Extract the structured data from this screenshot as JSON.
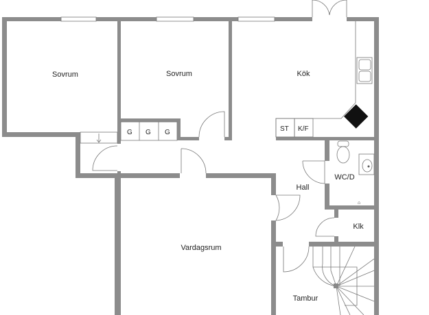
{
  "rooms": {
    "bedroom1": "Sovrum",
    "bedroom2": "Sovrum",
    "kitchen": "Kök",
    "hall": "Hall",
    "wc": "WC/D",
    "closet_room": "Klk",
    "living": "Vardagsrum",
    "entrance": "Tambur"
  },
  "fixtures": {
    "wardrobe_1": "G",
    "wardrobe_2": "G",
    "wardrobe_3": "G",
    "stove": "ST",
    "fridge_freezer": "K/F"
  },
  "colors": {
    "wall": "#8c8c8c",
    "stove_top": "#111111"
  }
}
